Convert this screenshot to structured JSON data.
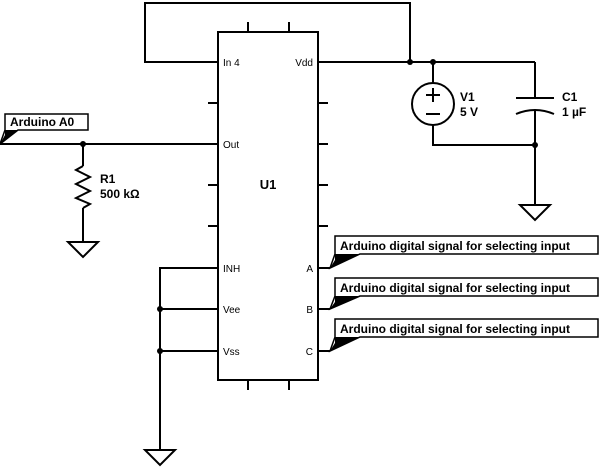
{
  "ic": {
    "ref": "U1",
    "pins": {
      "in4": "In 4",
      "vdd": "Vdd",
      "out": "Out",
      "inh": "INH",
      "vee": "Vee",
      "vss": "Vss",
      "a": "A",
      "b": "B",
      "c": "C"
    }
  },
  "source": {
    "ref": "V1",
    "value": "5 V"
  },
  "capacitor": {
    "ref": "C1",
    "value": "1 µF"
  },
  "resistor": {
    "ref": "R1",
    "value": "500 kΩ"
  },
  "labels": {
    "analog": "Arduino A0",
    "select_a": "Arduino digital signal for selecting input",
    "select_b": "Arduino digital signal for selecting input",
    "select_c": "Arduino digital signal for selecting input"
  },
  "colors": {
    "line": "#000000",
    "background": "#ffffff"
  }
}
